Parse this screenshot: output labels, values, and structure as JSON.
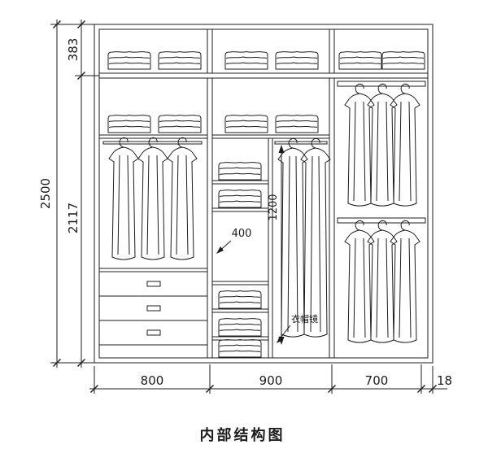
{
  "diagram": {
    "title": "内部结构图",
    "labels": {
      "mirror": "衣帽镜"
    },
    "dimensions": {
      "total_height": "2500",
      "top_height": "383",
      "body_height": "2117",
      "left_width": "800",
      "middle_width": "900",
      "right_width": "700",
      "panel_thickness": "18",
      "shelf_column_width": "400",
      "hanging_height": "1200"
    },
    "colors": {
      "line": "#1c1c1c",
      "background": "#ffffff"
    }
  }
}
